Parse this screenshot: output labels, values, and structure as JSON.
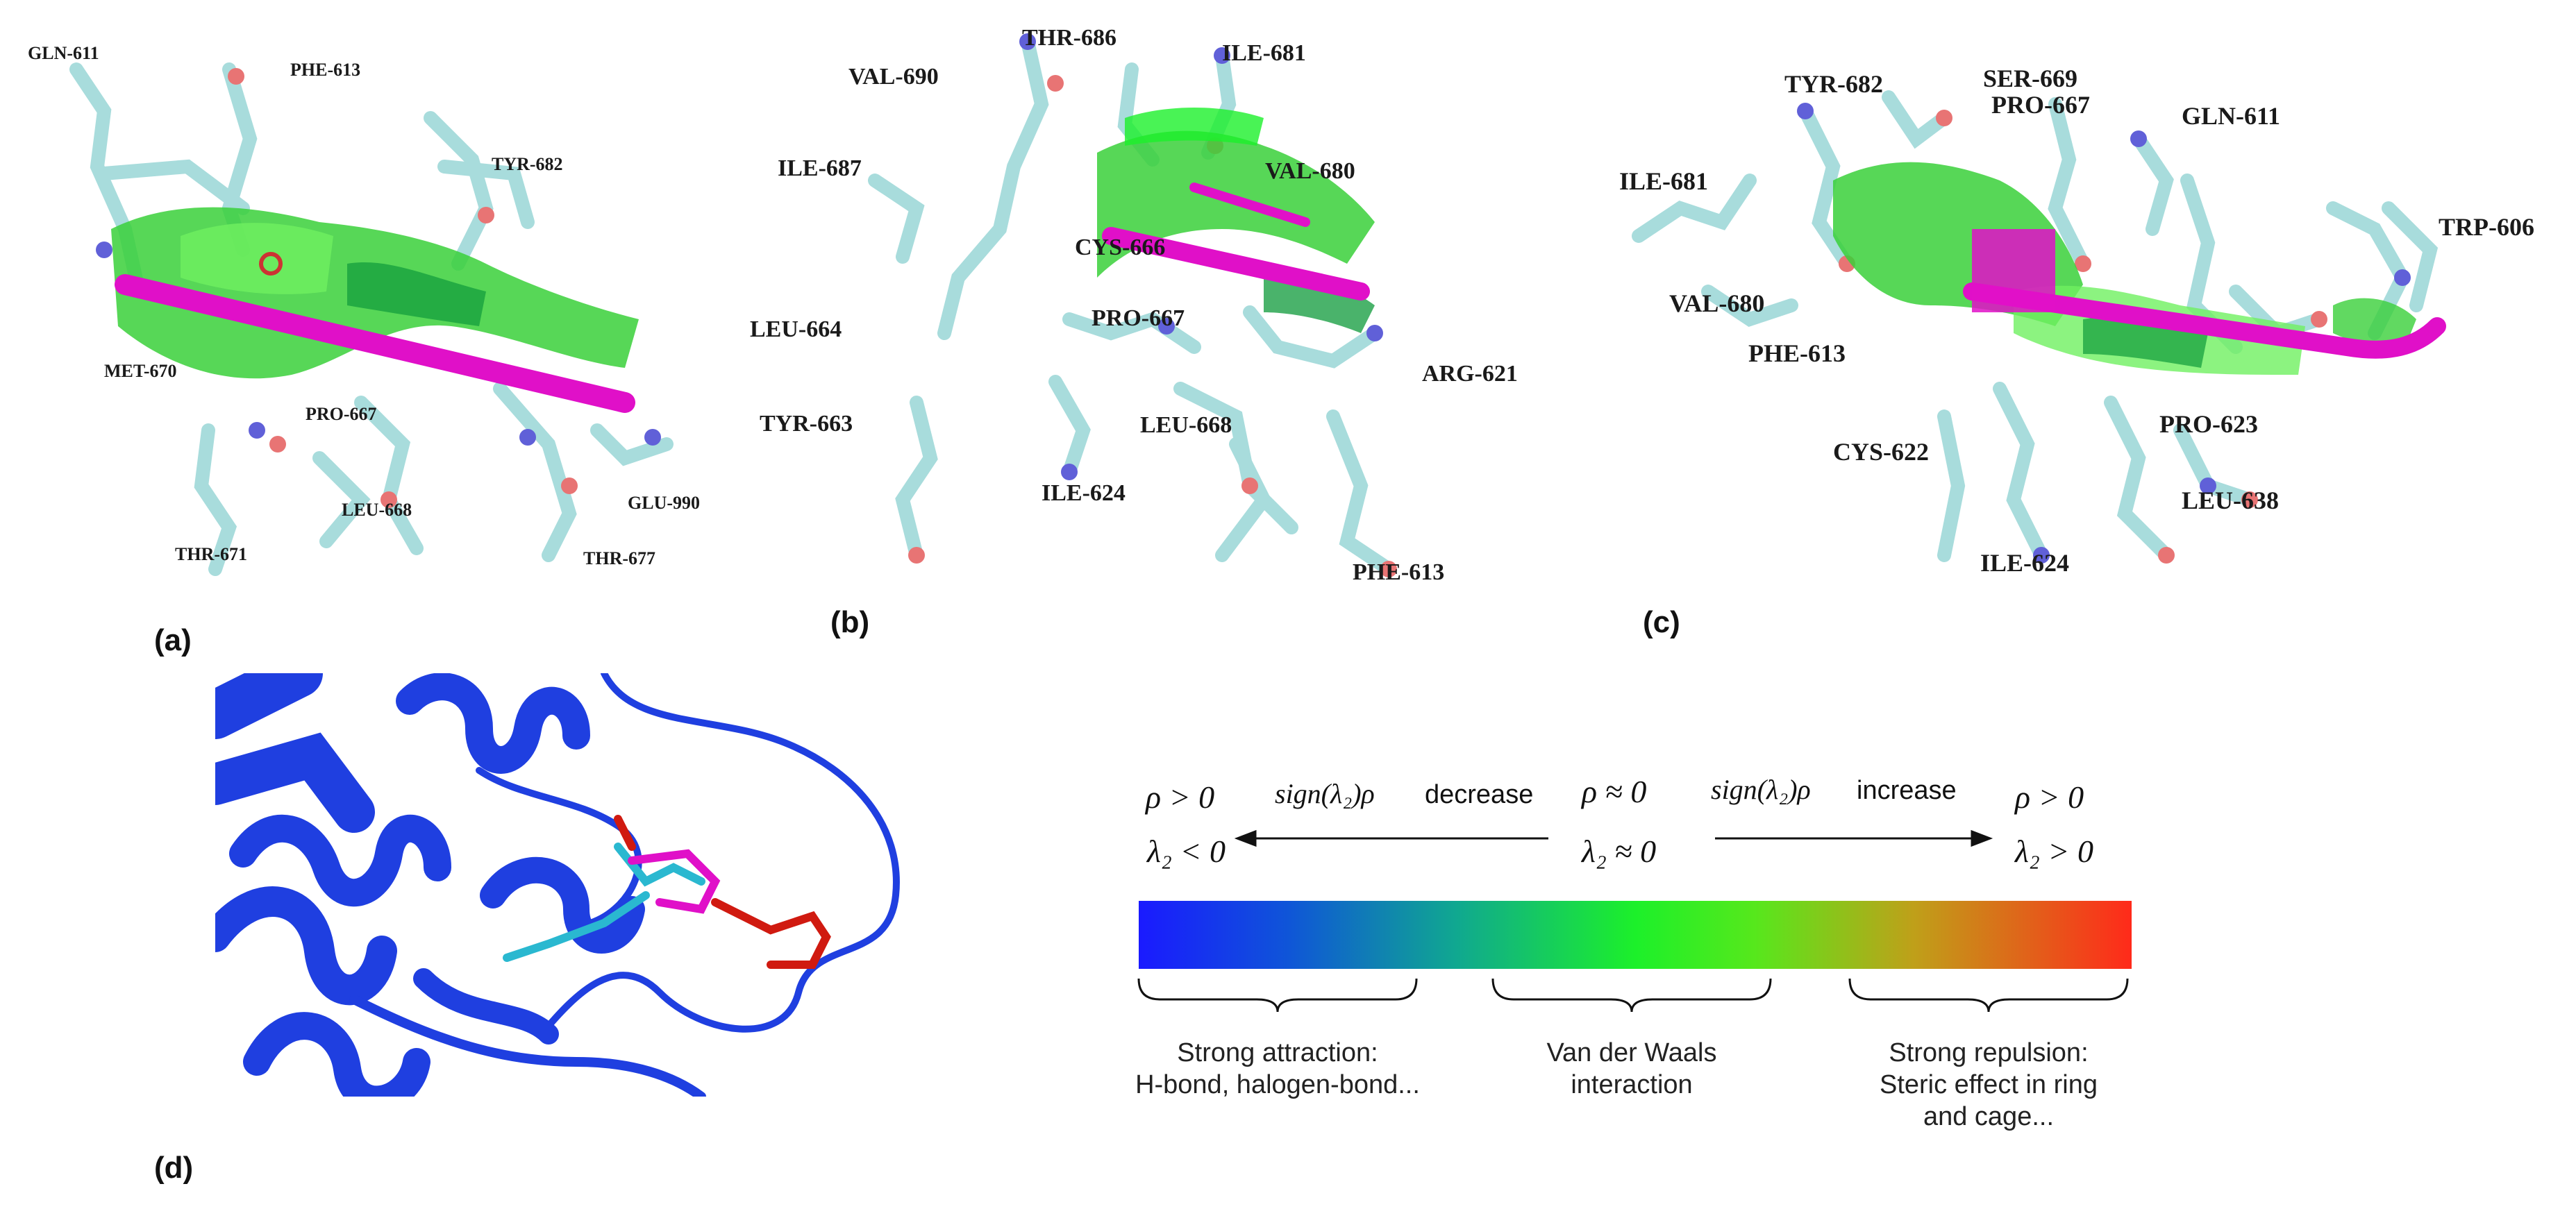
{
  "panels": {
    "a": {
      "label": "(a)",
      "residues": [
        "GLN-611",
        "PHE-613",
        "TYR-682",
        "MET-670",
        "PRO-667",
        "LEU-668",
        "GLU-990",
        "THR-671",
        "THR-677"
      ]
    },
    "b": {
      "label": "(b)",
      "residues": [
        "THR-686",
        "ILE-681",
        "VAL-690",
        "ILE-687",
        "VAL-680",
        "CYS-666",
        "LEU-664",
        "PRO-667",
        "ARG-621",
        "TYR-663",
        "LEU-668",
        "ILE-624",
        "PHE-613"
      ]
    },
    "c": {
      "label": "(c)",
      "residues": [
        "TYR-682",
        "SER-669",
        "PRO-667",
        "GLN-611",
        "ILE-681",
        "TRP-606",
        "VAL-680",
        "PHE-613",
        "PRO-623",
        "CYS-622",
        "LEU-638",
        "ILE-624"
      ]
    },
    "d": {
      "label": "(d)"
    }
  },
  "legend": {
    "left_top": "ρ > 0",
    "left_bottom": "λ₂ < 0",
    "center_top": "ρ ≈ 0",
    "center_bottom": "λ₂ ≈ 0",
    "right_top": "ρ > 0",
    "right_bottom": "λ₂ > 0",
    "arrow_left_math": "sign(λ₂)ρ",
    "arrow_left_word": "decrease",
    "arrow_right_math": "sign(λ₂)ρ",
    "arrow_right_word": "increase",
    "desc_left": "Strong attraction:\nH-bond, halogen-bond...",
    "desc_center": "Van der Waals\ninteraction",
    "desc_right": "Strong repulsion:\nSteric effect in ring\nand cage..."
  },
  "colors": {
    "attraction": "#1a1aff",
    "vdw": "#1cf02a",
    "repulsion": "#ff2a1a",
    "ligand": "#e010c8",
    "residue_stick": "#a8dcdc",
    "protein_ribbon": "#1f3fe0"
  }
}
